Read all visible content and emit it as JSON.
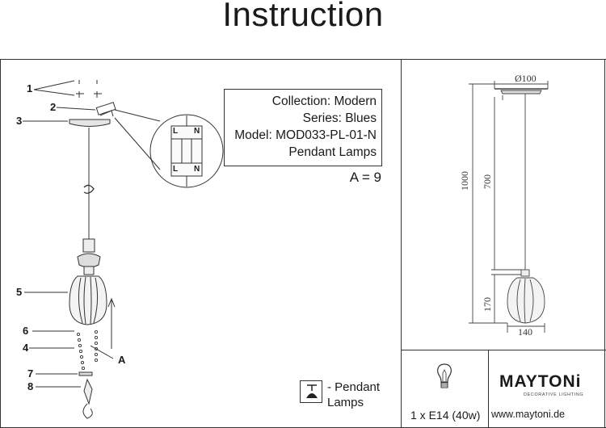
{
  "title": "Instruction",
  "info": {
    "collection": "Collection: Modern",
    "series": "Series: Blues",
    "model": "Model: MOD033-PL-01-N",
    "type": "Pendant Lamps"
  },
  "quantity": "A = 9",
  "parts": [
    "1",
    "2",
    "3",
    "5",
    "6",
    "4",
    "7",
    "8"
  ],
  "label_a": "A",
  "connector_labels": [
    "L",
    "N",
    "L",
    "N"
  ],
  "legend": {
    "line1": "- Pendant",
    "line2": "Lamps"
  },
  "bulb": "1 x E14 (40w)",
  "brand": {
    "name": "MAYTONi",
    "tagline": "DECORATIVE LIGHTING",
    "website": "www.maytoni.de"
  },
  "dimensions": {
    "canopy": "Ø100",
    "total": "1000",
    "cable": "700",
    "shade_height": "170",
    "shade_width": "140"
  }
}
